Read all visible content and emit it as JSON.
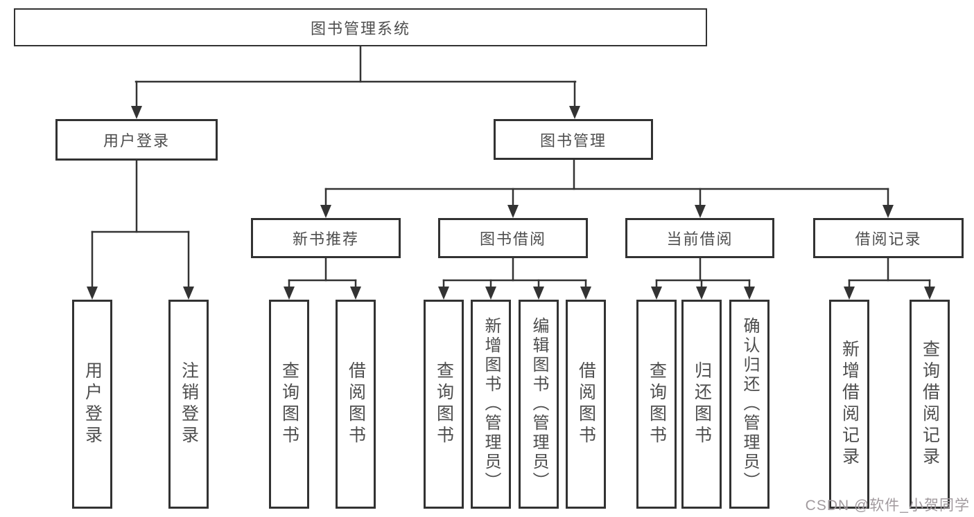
{
  "diagram": {
    "root": {
      "label": "图书管理系统"
    },
    "level2": [
      {
        "label": "用户登录"
      },
      {
        "label": "图书管理"
      }
    ],
    "level3": [
      {
        "label": "新书推荐"
      },
      {
        "label": "图书借阅"
      },
      {
        "label": "当前借阅"
      },
      {
        "label": "借阅记录"
      }
    ],
    "leaves": {
      "user_login": [
        {
          "label": "用户登录"
        },
        {
          "label": "注销登录"
        }
      ],
      "new_book": [
        {
          "label": "查询图书"
        },
        {
          "label": "借阅图书"
        }
      ],
      "book_borrow": [
        {
          "label": "查询图书"
        },
        {
          "label": "新增图书（管理员）"
        },
        {
          "label": "编辑图书（管理员）"
        },
        {
          "label": "借阅图书"
        }
      ],
      "current_borrow": [
        {
          "label": "查询图书"
        },
        {
          "label": "归还图书"
        },
        {
          "label": "确认归还（管理员）"
        }
      ],
      "records": [
        {
          "label": "新增借阅记录"
        },
        {
          "label": "查询借阅记录"
        }
      ]
    },
    "colors": {
      "line": "#333333",
      "border": "#323232",
      "text": "#4d4d4d",
      "watermark": "#a19a9e"
    }
  },
  "watermark": {
    "text": "CSDN @软件_小贺同学"
  }
}
